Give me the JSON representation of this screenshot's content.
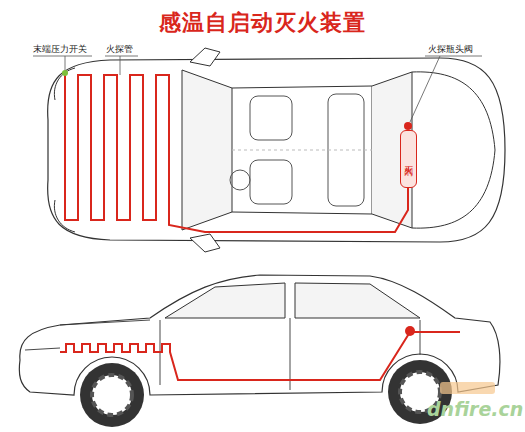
{
  "diagram": {
    "title": "感温自启动灭火装置",
    "nodes": [
      {
        "text": [
          "灭火剂"
        ]
      }
    ],
    "labels": [
      "末端压力开关",
      "火探管",
      "火探瓶头阀",
      "dnfire.cn"
    ]
  }
}
